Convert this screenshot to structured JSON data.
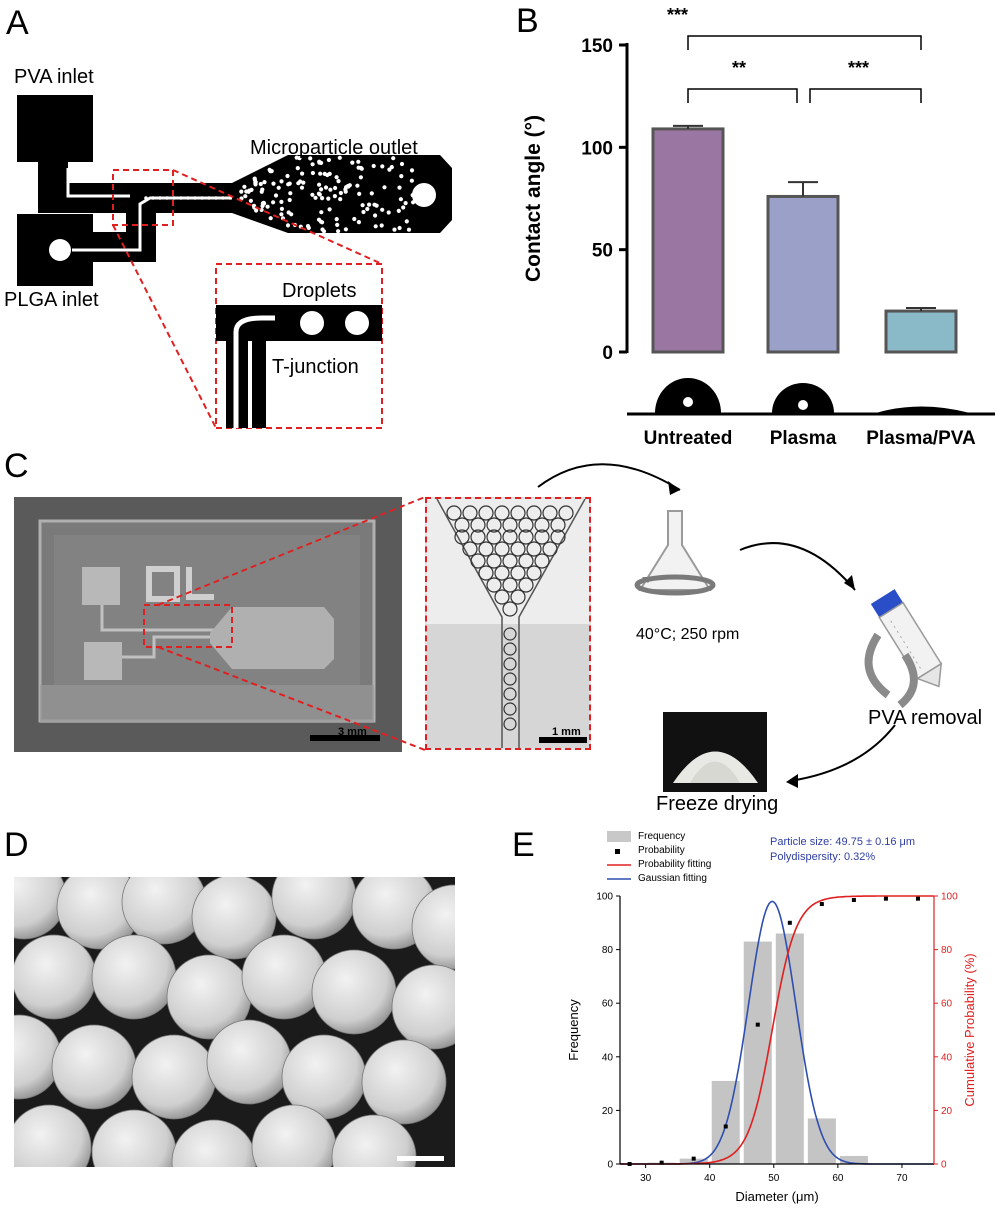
{
  "panels": {
    "a": {
      "label": "A",
      "pva_inlet": "PVA inlet",
      "plga_inlet": "PLGA inlet",
      "outlet": "Microparticle outlet",
      "droplets": "Droplets",
      "tjunction": "T-junction"
    },
    "b": {
      "label": "B",
      "sig_top": "***",
      "sig_left": "**",
      "sig_right": "***"
    },
    "c": {
      "label": "C",
      "scale_chip": "3 mm",
      "scale_zoom": "1 mm",
      "shaker_text": "40°C; 250 rpm",
      "pva_removal": "PVA removal",
      "freeze_drying": "Freeze drying"
    },
    "d": {
      "label": "D"
    },
    "e": {
      "label": "E",
      "legend": [
        "Frequency",
        "Probability",
        "Probability fitting",
        "Gaussian fitting"
      ],
      "stats_line1": "Particle size: 49.75 ± 0.16 μm",
      "stats_line2": "Polydispersity: 0.32%"
    }
  },
  "colors": {
    "untreated": "#9a77a2",
    "plasma": "#9aa0c8",
    "plasma_pva": "#8ab9c8",
    "bar_edge": "#555555",
    "prob_red": "#e02020",
    "gauss_blue": "#2f4fb0",
    "stats_blue": "#2f3fa0",
    "dash_red": "#e02020"
  },
  "chart_data": [
    {
      "type": "bar",
      "ylabel": "Contact angle (°)",
      "ylim": [
        0,
        150
      ],
      "yticks": [
        0,
        50,
        100,
        150
      ],
      "categories": [
        "Untreated",
        "Plasma",
        "Plasma/PVA"
      ],
      "values": [
        109,
        76,
        20
      ],
      "errors": [
        1.5,
        7,
        1.5
      ]
    },
    {
      "type": "bar",
      "xlabel": "Diameter (μm)",
      "ylabel": "Frequency",
      "y2label": "Cumulative Probability (%)",
      "xlim": [
        26,
        75
      ],
      "ylim": [
        0,
        100
      ],
      "y2lim": [
        0,
        100
      ],
      "xticks": [
        30,
        40,
        50,
        60,
        70
      ],
      "yticks": [
        0,
        20,
        40,
        60,
        80,
        100
      ],
      "y2ticks": [
        0,
        20,
        40,
        60,
        80,
        100
      ],
      "series": [
        {
          "name": "Frequency",
          "type": "bar",
          "x": [
            27.5,
            32.5,
            37.5,
            42.5,
            47.5,
            52.5,
            57.5,
            62.5,
            67.5,
            72.5
          ],
          "values": [
            0,
            0.5,
            2,
            31,
            83,
            86,
            17,
            3,
            0,
            0
          ]
        },
        {
          "name": "Probability",
          "type": "scatter",
          "x": [
            27.5,
            32.5,
            37.5,
            42.5,
            47.5,
            52.5,
            57.5,
            62.5,
            67.5,
            72.5
          ],
          "values": [
            0,
            0.5,
            2,
            14,
            52,
            90,
            97,
            98.5,
            99,
            99
          ]
        },
        {
          "name": "Probability fitting",
          "type": "line",
          "mu": 49.75,
          "sigma": 3.2
        },
        {
          "name": "Gaussian fitting",
          "type": "line",
          "mu": 49.75,
          "sigma": 3.7,
          "peak": 98
        }
      ]
    }
  ]
}
